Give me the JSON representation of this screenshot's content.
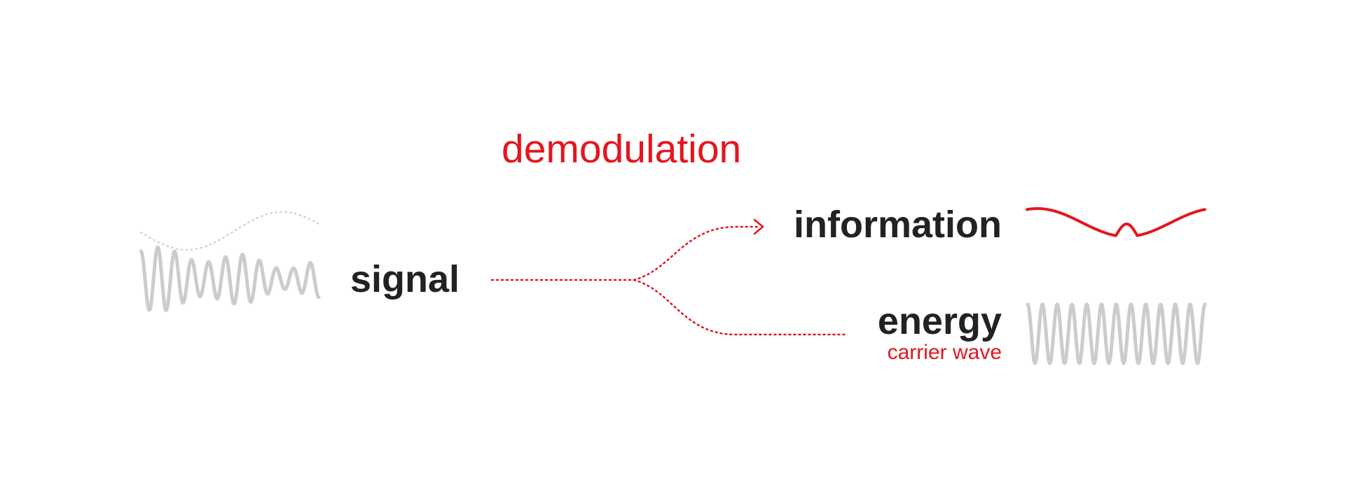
{
  "diagram": {
    "title": "demodulation",
    "signal": {
      "label": "signal"
    },
    "information": {
      "label": "information"
    },
    "energy": {
      "label": "energy",
      "sublabel": "carrier wave"
    }
  },
  "colors": {
    "accent": "#e3161e",
    "text": "#222222",
    "wave_gray": "#cccccc"
  }
}
